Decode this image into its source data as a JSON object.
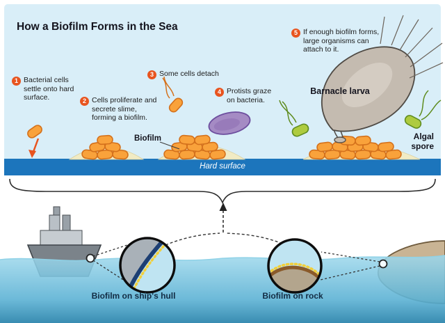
{
  "title": "How a Biofilm Forms in the Sea",
  "steps": [
    {
      "num": "1",
      "text": "Bacterial cells settle onto hard surface."
    },
    {
      "num": "2",
      "text": "Cells proliferate and secrete slime, forming a biofilm."
    },
    {
      "num": "3",
      "text": "Some cells detach"
    },
    {
      "num": "4",
      "text": "Protists graze on bacteria."
    },
    {
      "num": "5",
      "text": "If enough biofilm forms, large organisms can attach to it."
    }
  ],
  "scene_labels": {
    "biofilm": "Biofilm",
    "barnacle_larva": "Barnacle larva",
    "algal_spore": "Algal spore",
    "hard_surface": "Hard surface"
  },
  "bottom_labels": {
    "ship": "Biofilm on ship's hull",
    "rock": "Biofilm on rock"
  },
  "colors": {
    "step_badge": "#e8541f",
    "hard_surface_bar": "#1c75bc",
    "sky_background": "#d9eef8",
    "bacteria_fill": "#f9a23b",
    "bacteria_stroke": "#d4711c",
    "slime": "#f1ebc4",
    "protist": "#a58bc4",
    "algal_spore": "#aecb3f",
    "barnacle_body": "#c4bbb0",
    "water": "#5cb2d4",
    "biofilm_dots": "#f2cf3a",
    "rock": "#c9b494",
    "ship_hull": "#7b838a"
  }
}
